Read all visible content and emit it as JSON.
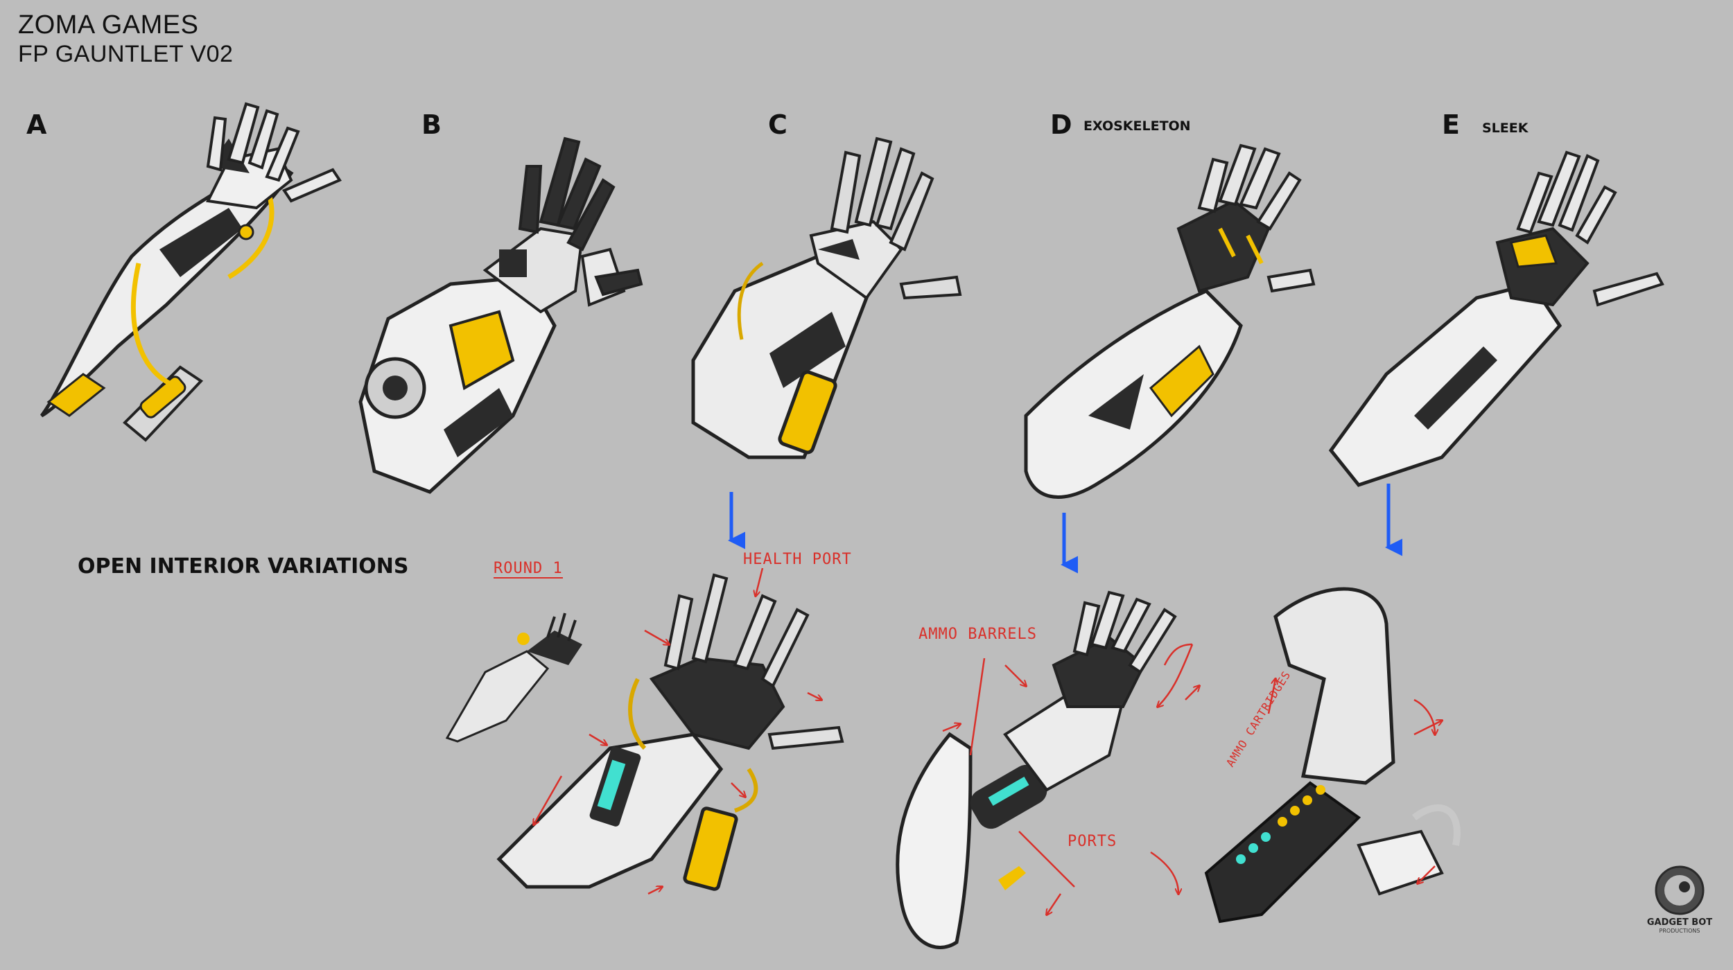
{
  "header": {
    "studio": "ZOMA GAMES",
    "subtitle": "FP GAUNTLET V02"
  },
  "variants": [
    {
      "letter": "A",
      "name": ""
    },
    {
      "letter": "B",
      "name": ""
    },
    {
      "letter": "C",
      "name": ""
    },
    {
      "letter": "D",
      "name": "EXOSKELETON"
    },
    {
      "letter": "E",
      "name": "SLEEK"
    }
  ],
  "section_heading": "OPEN INTERIOR VARIATIONS",
  "annotations": {
    "round": "ROUND 1",
    "health_port": "HEALTH PORT",
    "ammo_barrels": "AMMO BARRELS",
    "ports": "PORTS",
    "ammo_cartridges": "AMMO CARTRIDGES"
  },
  "logo": {
    "line1": "GADGET BOT",
    "line2": "PRODUCTIONS"
  },
  "colors": {
    "background": "#bdbdbd",
    "accent_yellow": "#f2c100",
    "arrow_blue": "#1f5cf5",
    "annotation_red": "#d9302a",
    "armor_white": "#f2f2f2",
    "armor_dark": "#262626",
    "cyan_glow": "#41e0d0"
  }
}
